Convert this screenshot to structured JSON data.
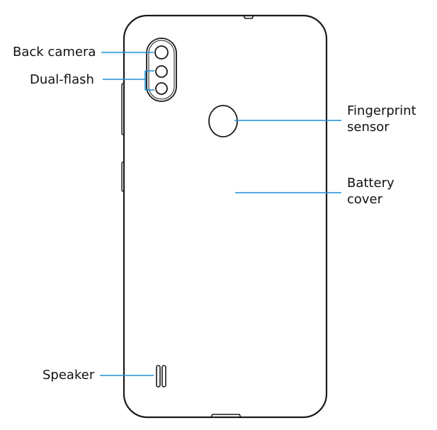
{
  "colors": {
    "outline": "#1a1a1a",
    "leader_line": "#1f8fd6",
    "text": "#111111",
    "background": "#ffffff"
  },
  "callouts": {
    "back_camera": "Back camera",
    "dual_flash": "Dual-flash",
    "fingerprint_line1": "Fingerprint",
    "fingerprint_line2": "sensor",
    "battery_line1": "Battery",
    "battery_line2": "cover",
    "speaker": "Speaker"
  }
}
